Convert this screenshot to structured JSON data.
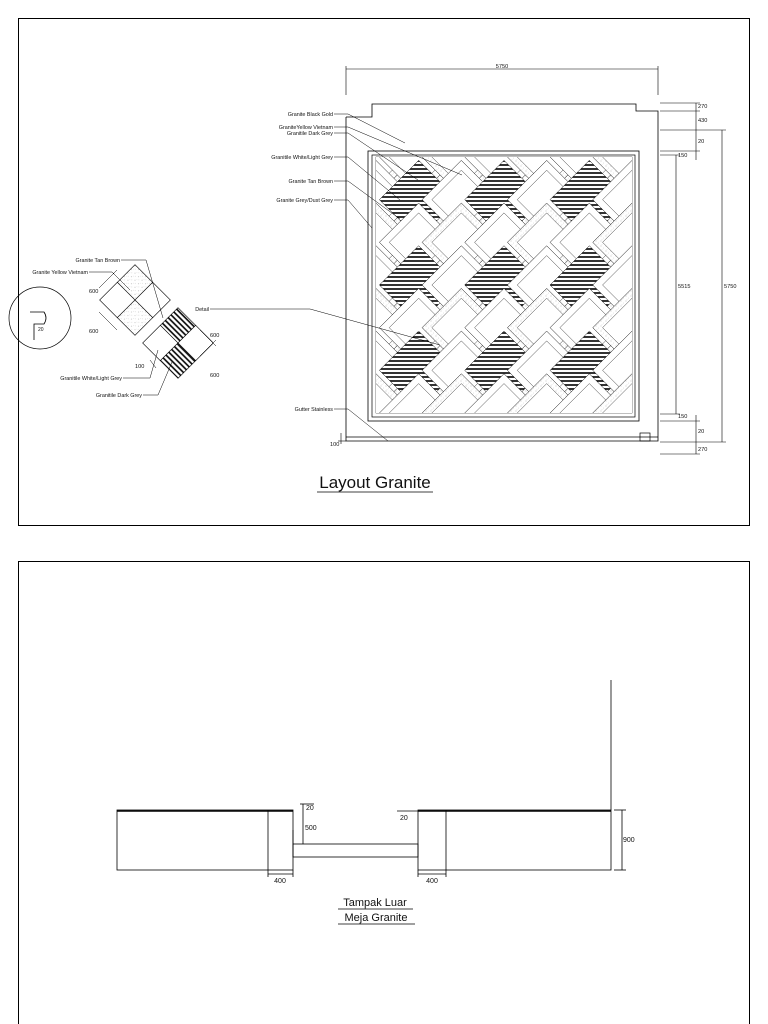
{
  "sheet1": {
    "title": "Layout Granite",
    "labels": {
      "black_gold": "Granite Black Gold",
      "yellow_vietnam": "GraniteYellow Vietnam",
      "dark_grey": "Granitile Dark Grey",
      "white_light_grey": "Granitile White/Light Grey",
      "tan_brown": "Granite Tan Brown",
      "grey_dust": "Granite Grey/Dust Grey",
      "detail": "Detail",
      "gutter": "Gutter Stainless"
    },
    "detail_labels": {
      "tan_brown": "Granite Tan Brown",
      "yellow_vietnam": "Granite Yellow Vietnam",
      "white_light_grey": "Granitile White/Light Grey",
      "dark_grey": "Granitile Dark Grey"
    },
    "dims": {
      "top_width": "5750",
      "right_height": "5750",
      "inner_height": "5515",
      "d270_top": "270",
      "d430": "430",
      "d20_top": "20",
      "d150_top": "150",
      "d150_bot": "150",
      "d20_bot": "20",
      "d270_bot": "270",
      "d100": "100",
      "det_600_a": "600",
      "det_600_b": "600",
      "det_600_c": "600",
      "det_600_d": "600",
      "det_100": "100",
      "circle_20": "20"
    }
  },
  "sheet2": {
    "title_line1": "Tampak Luar",
    "title_line2": "Meja Granite",
    "dims": {
      "d20_left": "20",
      "d500": "500",
      "d20_right": "20",
      "d900": "900",
      "d400_left": "400",
      "d400_right": "400"
    }
  }
}
